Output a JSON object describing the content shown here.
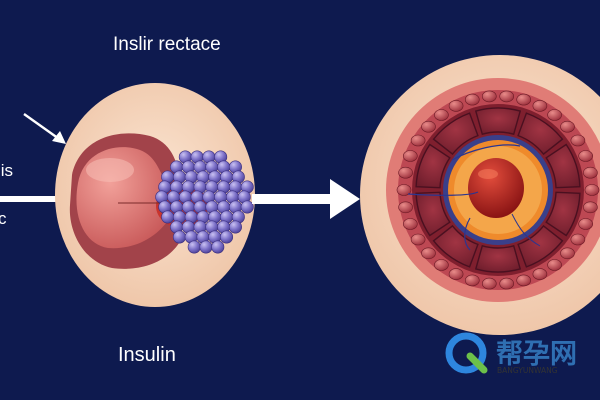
{
  "labels": {
    "title": "Inslir rectace",
    "left_fragment": "iis",
    "left_fragment_2": "c",
    "bottom": "Insulin"
  },
  "watermark": {
    "cn": "帮孕网",
    "en": "BANGYUNWANG"
  },
  "colors": {
    "background": "#0e1a4f",
    "beige": "#f6d6bd",
    "pink": "#e07a74",
    "dark_red": "#8f2331",
    "cell_purple": "#7b6fc2",
    "orange": "#ef8a2b",
    "nucleus": "#b8231e",
    "watermark_blue": "#2e86de",
    "watermark_green": "#6cc04a"
  },
  "icons": [
    "arrow-icon",
    "watermark-logo-icon"
  ]
}
